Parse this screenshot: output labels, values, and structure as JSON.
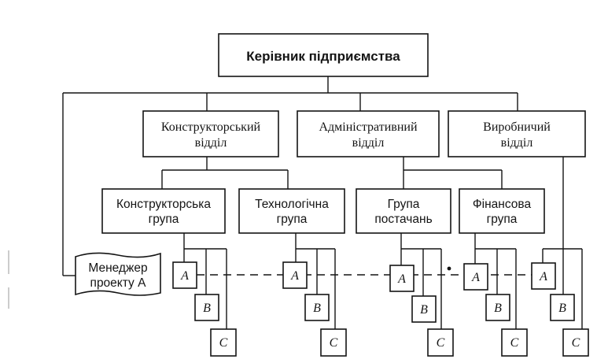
{
  "colors": {
    "ink": "#141414",
    "paper": "#ffffff"
  },
  "top": {
    "lines": [
      "Керівник підприємства"
    ]
  },
  "departments": [
    {
      "lines": [
        "Конструкторський",
        "відділ"
      ]
    },
    {
      "lines": [
        "Адміністративний",
        "відділ"
      ]
    },
    {
      "lines": [
        "Виробничий",
        "відділ"
      ]
    }
  ],
  "groups": [
    {
      "lines": [
        "Конструкторська",
        "група"
      ]
    },
    {
      "lines": [
        "Технологічна",
        "група"
      ]
    },
    {
      "lines": [
        "Група",
        "постачань"
      ]
    },
    {
      "lines": [
        "Фінансова",
        "група"
      ]
    }
  ],
  "manager": {
    "lines": [
      "Менеджер",
      "проекту A"
    ]
  },
  "staff_labels": [
    "A",
    "B",
    "C"
  ]
}
